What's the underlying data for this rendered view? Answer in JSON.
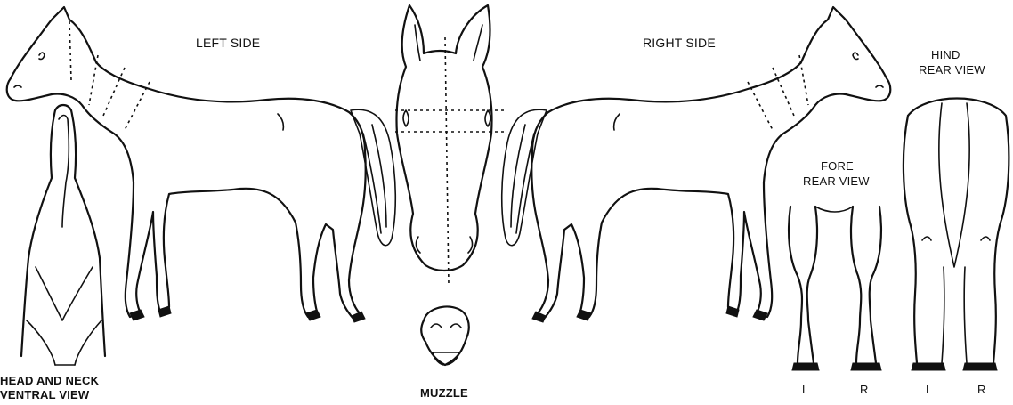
{
  "labels": {
    "left_side": "LEFT SIDE",
    "right_side": "RIGHT SIDE",
    "hind_rear_line1": "HIND",
    "hind_rear_line2": "REAR VIEW",
    "fore_rear_line1": "FORE",
    "fore_rear_line2": "REAR VIEW",
    "head_neck_line1": "HEAD AND NECK",
    "head_neck_line2": "VENTRAL VIEW",
    "muzzle": "MUZZLE",
    "fore_left": "L",
    "fore_right": "R",
    "hind_left": "L",
    "hind_right": "R"
  },
  "colors": {
    "ink": "#111111",
    "background": "#ffffff"
  }
}
